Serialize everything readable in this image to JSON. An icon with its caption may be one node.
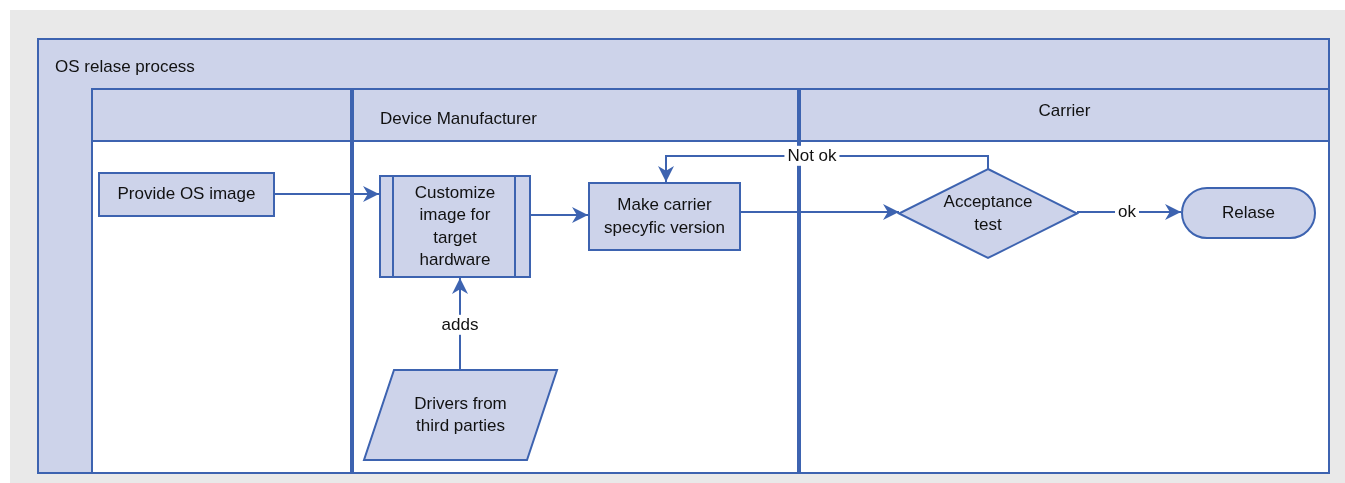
{
  "diagram": {
    "nodes": [
      {
        "text": [
          "OS relase process"
        ]
      },
      {
        "text": [],
        "shape": "box",
        "in": 0
      },
      {
        "text": [
          "Device Manufacturer"
        ],
        "in": 0
      },
      {
        "text": [
          "Carrier"
        ],
        "in": 0
      },
      {
        "text": [
          "Provide OS image"
        ],
        "in": 1
      },
      {
        "text": [
          "Customize image for target hardware"
        ],
        "in": 2
      },
      {
        "text": [
          "Make carrier specyfic version"
        ],
        "in": 2
      },
      {
        "text": [
          "Drivers from third parties"
        ],
        "in": 2
      },
      {
        "text": [
          "Acceptance test"
        ],
        "in": 3
      },
      {
        "text": [
          "Relase"
        ],
        "in": 3
      }
    ],
    "edges": [
      {
        "from": 4,
        "to": 5,
        "arrow": "to"
      },
      {
        "from": 5,
        "to": 6,
        "arrow": "to"
      },
      {
        "from": 6,
        "to": 8,
        "arrow": "to"
      },
      {
        "from": 8,
        "to": 9,
        "arrow": "to",
        "label": "ok"
      },
      {
        "from": 8,
        "to": 6,
        "arrow": "to",
        "label": "Not ok"
      },
      {
        "from": 7,
        "to": 5,
        "arrow": "to",
        "label": "adds"
      }
    ]
  }
}
